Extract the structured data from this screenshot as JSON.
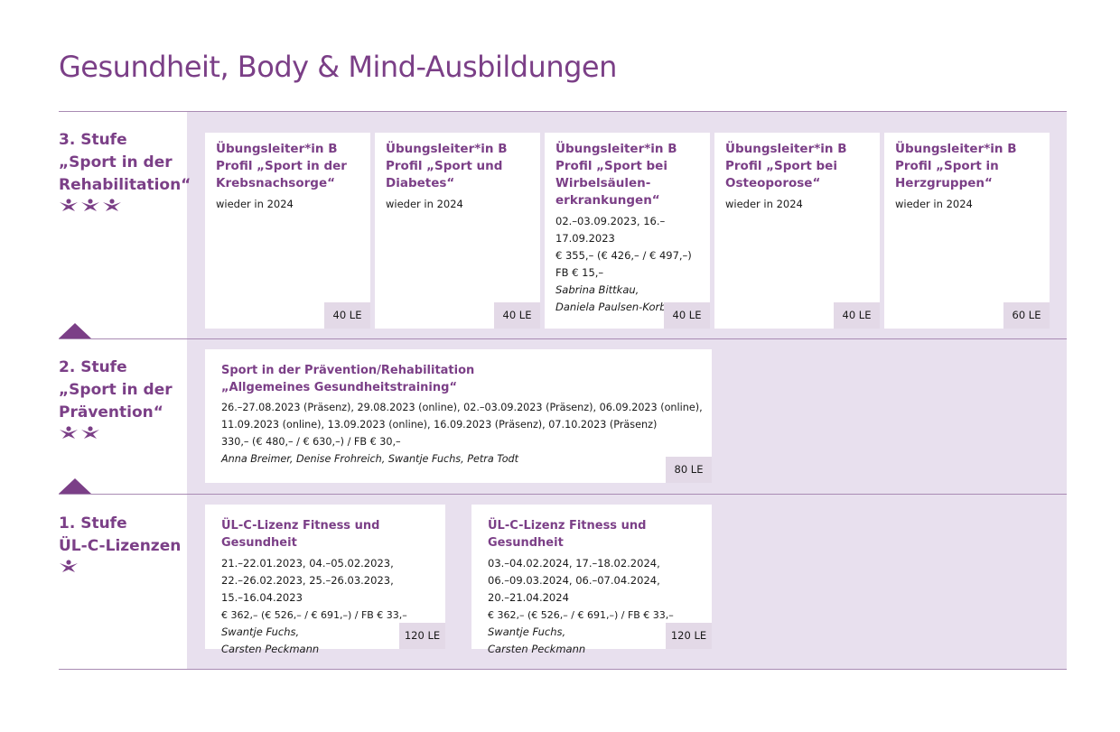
{
  "page": {
    "title": "Gesundheit, Body & Mind-Ausbildungen"
  },
  "colors": {
    "accent": "#7b3f87",
    "panel": "#e8e0ee",
    "le_badge": "#e3d9e7"
  },
  "levels": [
    {
      "label_line1": "3. Stufe",
      "label_line2": "„Sport in der",
      "label_line3": "Rehabilitation“",
      "figures": 3,
      "cards": [
        {
          "title": "Übungsleiter*in B Profil „Sport in der Krebsnachsorge“",
          "info": "wieder in 2024",
          "le": "40 LE"
        },
        {
          "title": "Übungsleiter*in B Profil „Sport und Diabetes“",
          "info": "wieder in 2024",
          "le": "40 LE"
        },
        {
          "title": "Übungsleiter*in B Profil „Sport bei Wirbelsäulen-erkrankungen“",
          "dates": "02.–03.09.2023, 16.–17.09.2023",
          "price": "€ 355,– (€ 426,– / € 497,–)",
          "fee": "FB € 15,–",
          "trainer1": "Sabrina Bittkau,",
          "trainer2": "Daniela Paulsen-Korb",
          "le": "40 LE"
        },
        {
          "title": "Übungsleiter*in B Profil „Sport bei Osteoporose“",
          "info": "wieder in 2024",
          "le": "40 LE"
        },
        {
          "title": "Übungsleiter*in B Profil „Sport in Herzgruppen“",
          "info": "wieder in 2024",
          "le": "60 LE"
        }
      ]
    },
    {
      "label_line1": "2. Stufe",
      "label_line2": "„Sport in der",
      "label_line3": "Prävention“",
      "figures": 2,
      "cards": [
        {
          "title_line1": "Sport in der Prävention/Rehabilitation",
          "title_line2": "„Allgemeines Gesundheitstraining“",
          "dates_line1": "26.–27.08.2023 (Präsenz), 29.08.2023 (online), 02.–03.09.2023 (Präsenz), 06.09.2023 (online),",
          "dates_line2": "11.09.2023 (online), 13.09.2023 (online), 16.09.2023 (Präsenz), 07.10.2023 (Präsenz)",
          "price": "330,– (€ 480,– / € 630,–) / FB € 30,–",
          "trainers": "Anna Breimer, Denise Frohreich, Swantje Fuchs, Petra Todt",
          "le": "80 LE"
        }
      ]
    },
    {
      "label_line1": "1. Stufe",
      "label_line2": "ÜL-C-Lizenzen",
      "figures": 1,
      "cards": [
        {
          "title": "ÜL-C-Lizenz Fitness und Gesundheit",
          "dates_line1": "21.–22.01.2023, 04.–05.02.2023,",
          "dates_line2": "22.–26.02.2023, 25.–26.03.2023,",
          "dates_line3": "15.–16.04.2023",
          "price": "€ 362,– (€ 526,– / € 691,–) / FB € 33,–",
          "trainer1": "Swantje Fuchs,",
          "trainer2": "Carsten Peckmann",
          "le": "120 LE"
        },
        {
          "title": "ÜL-C-Lizenz Fitness und Gesundheit",
          "dates_line1": "03.–04.02.2024, 17.–18.02.2024,",
          "dates_line2": "06.–09.03.2024, 06.–07.04.2024,",
          "dates_line3": "20.–21.04.2024",
          "price": "€ 362,– (€ 526,– / € 691,–) / FB € 33,–",
          "trainer1": "Swantje Fuchs,",
          "trainer2": "Carsten Peckmann",
          "le": "120 LE"
        }
      ]
    }
  ]
}
